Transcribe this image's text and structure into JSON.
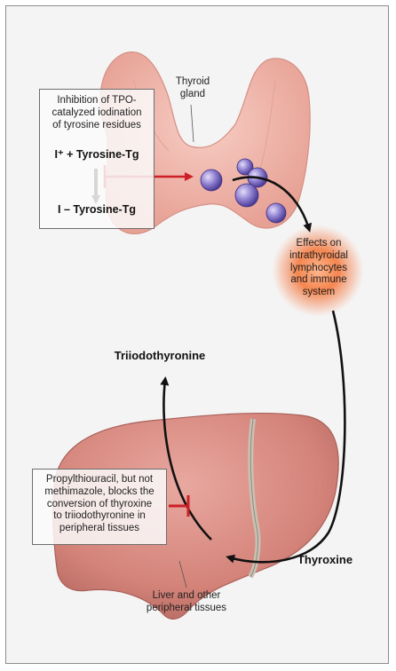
{
  "labels": {
    "thyroid_gland": "Thyroid\ngland",
    "inhibition_text": "Inhibition of TPO-\ncatalyzed iodination\nof tyrosine residues",
    "iodine_plus": "I⁺ + Tyrosine-Tg",
    "iodine_tyrosine": "I – Tyrosine-Tg",
    "effects_text": "Effects on\nintrathyroidal\nlymphocytes\nand immune\nsystem",
    "triiodothyronine": "Triiodothyronine",
    "ptu_text": "Propylthiouracil, but not\nmethimazole, blocks the\nconversion of thyroxine\nto triiodothyronine in\nperipheral tissues",
    "thyroxine": "Thyroxine",
    "liver_text": "Liver and other\nperipheral tissues"
  },
  "colors": {
    "thyroid_fill": "#f2b7ac",
    "liver_fill": "#d98c84",
    "inhibit_red": "#cc1f26",
    "vesicle_purple": "#7e6cc4",
    "glow_orange": "#f47a3e"
  }
}
